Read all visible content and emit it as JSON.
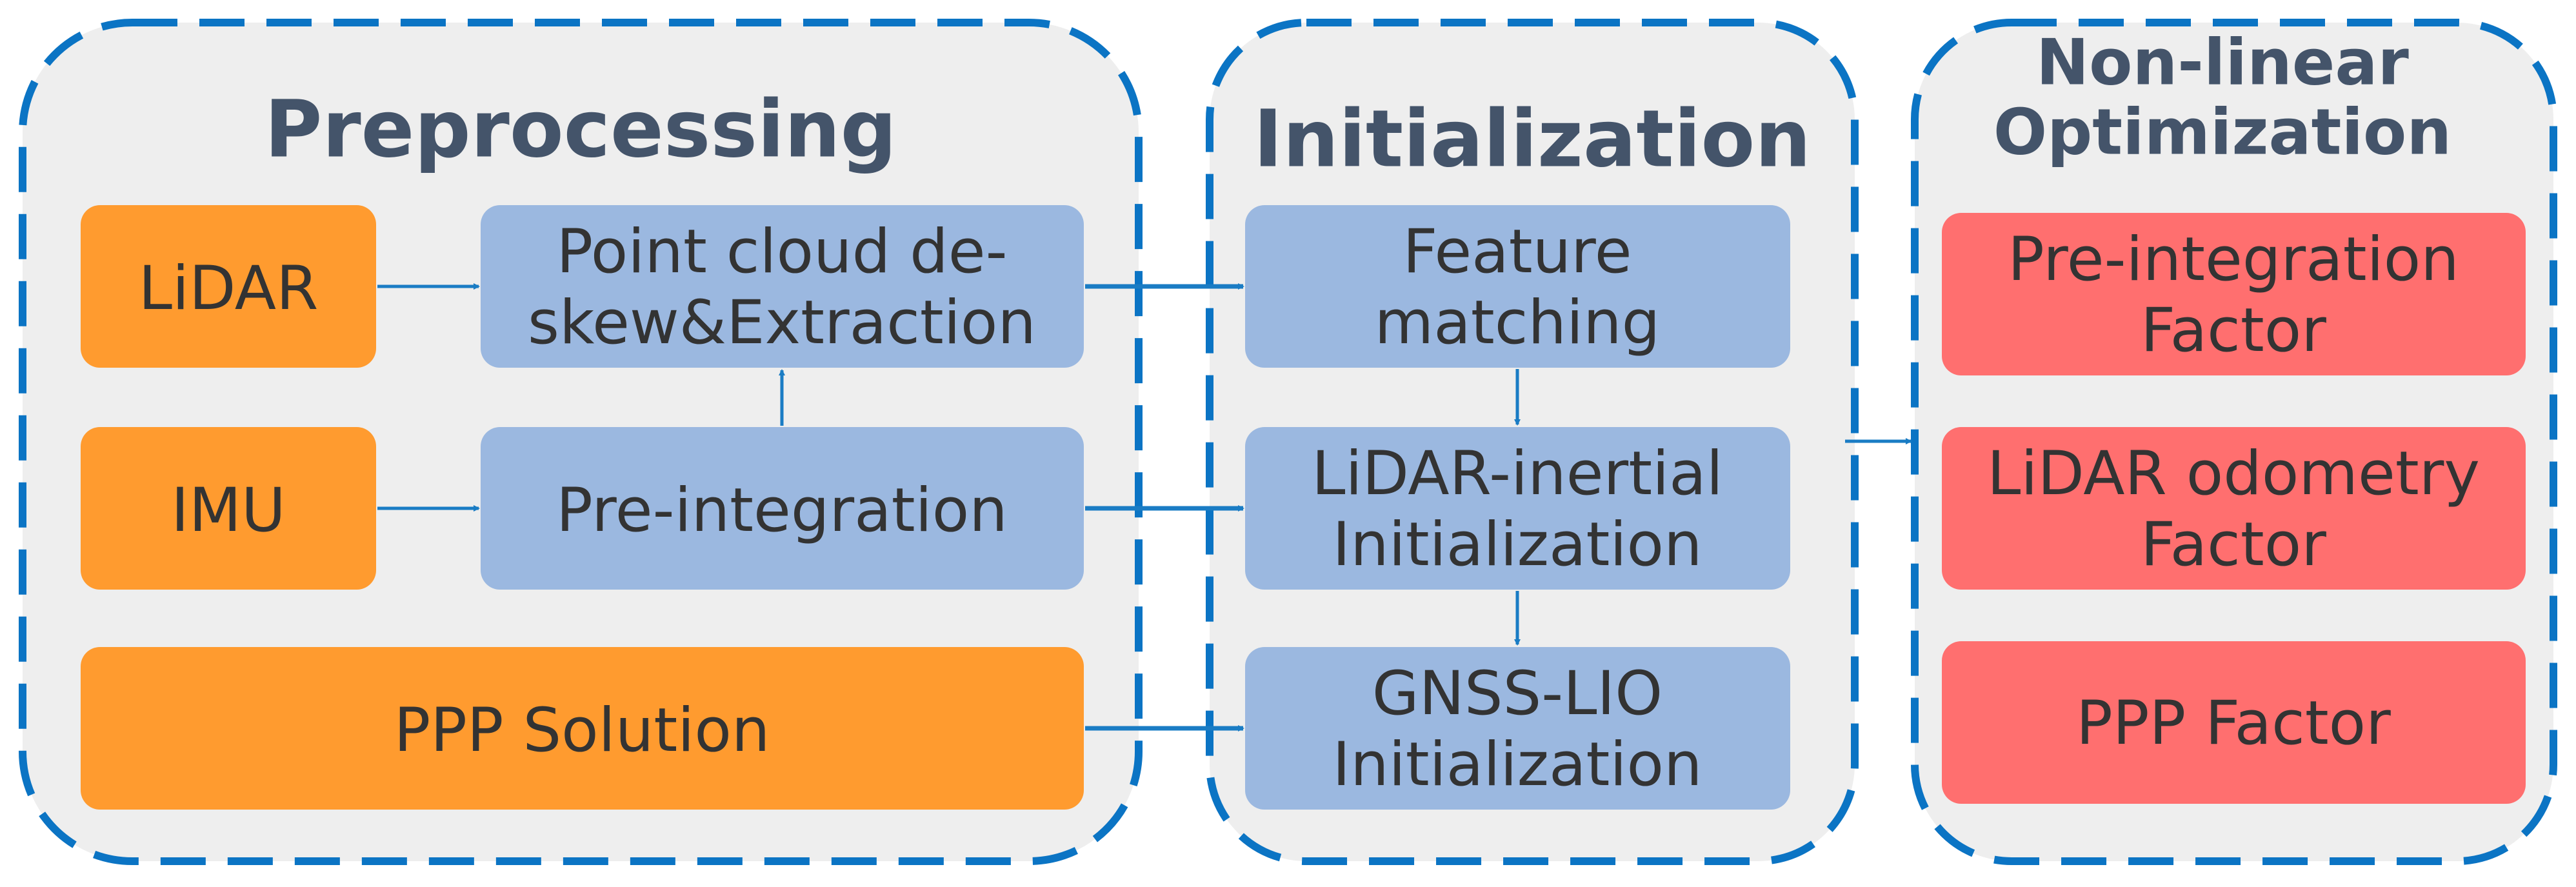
{
  "colors": {
    "panel_border": "#0b74c4",
    "panel_fill": "#eeeeee",
    "title": "#44546a",
    "sensor_fill": "#ff9b2f",
    "process_fill": "#9bb8e0",
    "factor_fill": "#ff6f6f",
    "arrow": "#1a7cc4",
    "text": "#333333"
  },
  "panels": {
    "preprocessing": {
      "title": [
        "Preprocessing"
      ]
    },
    "initialization": {
      "title": [
        "Initialization"
      ]
    },
    "optimization": {
      "title": [
        "Non-linear",
        "Optimization"
      ]
    }
  },
  "boxes": {
    "lidar": [
      "LiDAR"
    ],
    "imu": [
      "IMU"
    ],
    "ppp_solution": [
      "PPP Solution"
    ],
    "deskew": [
      "Point cloud de-",
      "skew&Extraction"
    ],
    "preintegration": [
      "Pre-integration"
    ],
    "feature_matching": [
      "Feature",
      "matching"
    ],
    "lio_init": [
      "LiDAR-inertial",
      "Initialization"
    ],
    "gnss_lio_init": [
      "GNSS-LIO",
      "Initialization"
    ],
    "preint_factor": [
      "Pre-integration",
      "Factor"
    ],
    "lidar_odom_factor": [
      "LiDAR odometry",
      "Factor"
    ],
    "ppp_factor": [
      "PPP Factor"
    ]
  }
}
